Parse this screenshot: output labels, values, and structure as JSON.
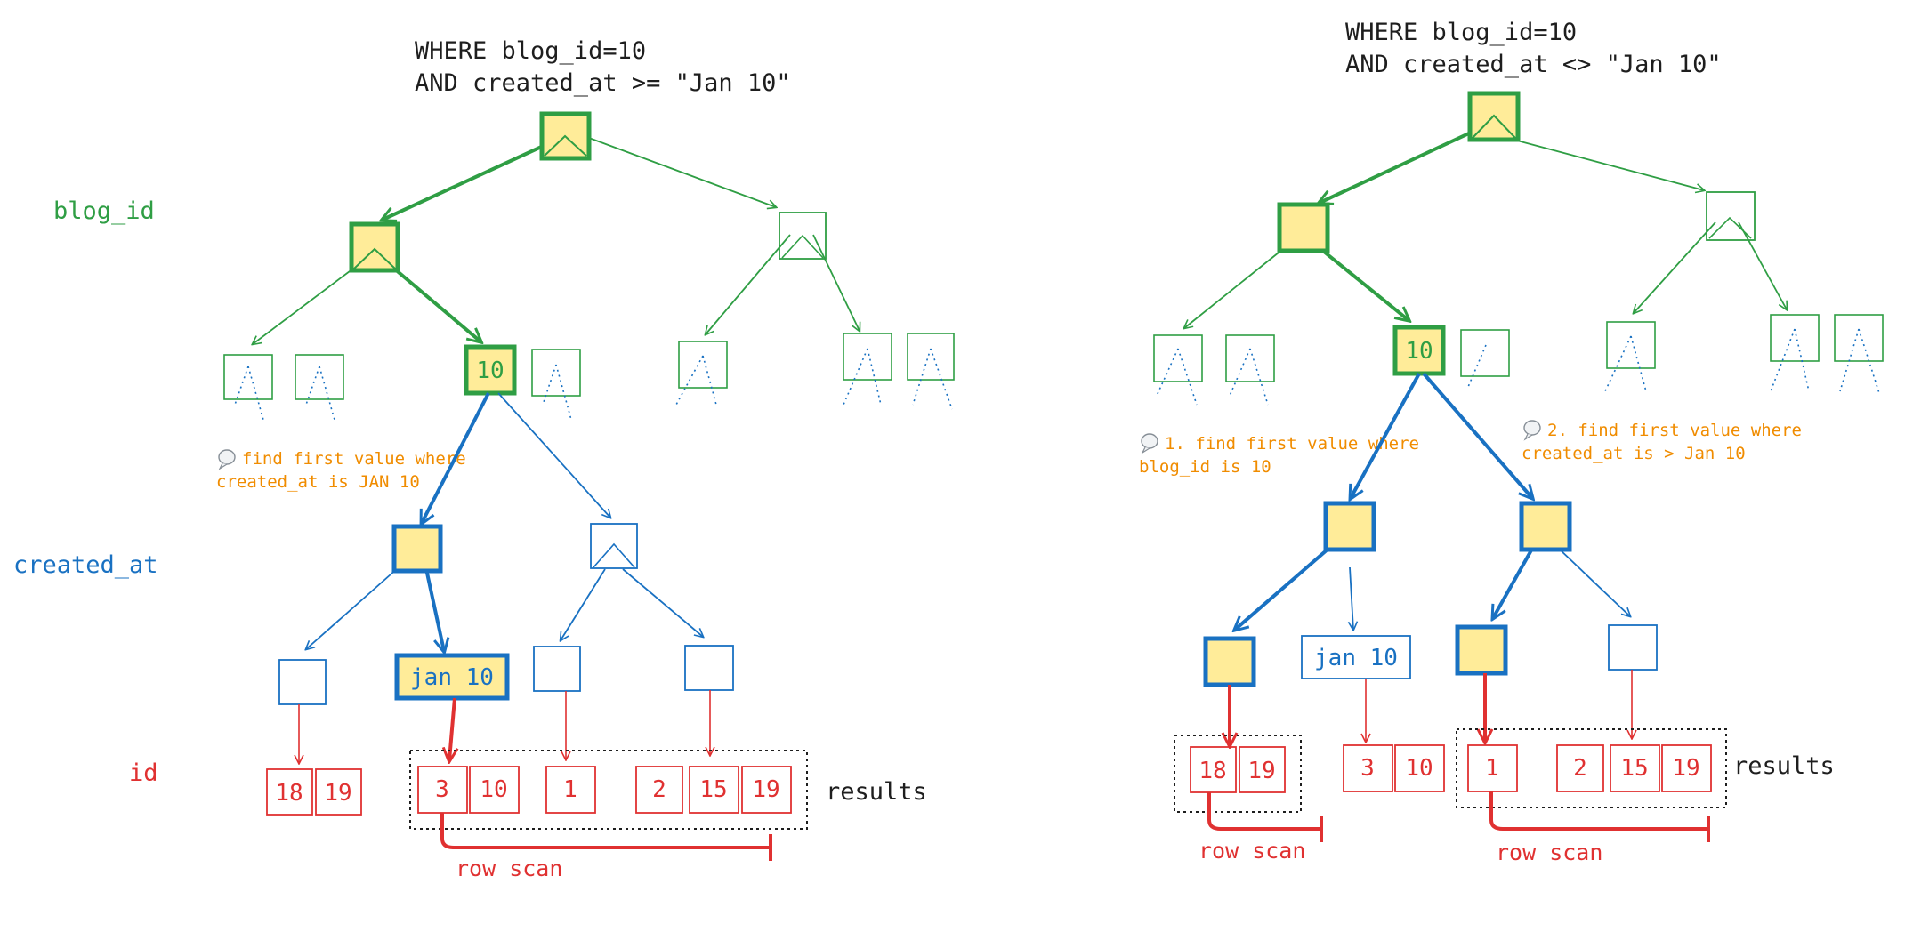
{
  "colors": {
    "green": "#2f9e44",
    "blue": "#1971c2",
    "red": "#e03131",
    "orange": "#f08c00",
    "highlight": "#ffec99",
    "text": "#1e1e1e"
  },
  "level_labels": {
    "blog_id": "blog_id",
    "created_at": "created_at",
    "id": "id"
  },
  "left": {
    "query_line1": "WHERE blog_id=10",
    "query_line2": "AND created_at >= \"Jan 10\"",
    "blog_node": "10",
    "note_line1": "find first value where",
    "note_line2": "created_at is JAN 10",
    "date_node": "jan 10",
    "ids": [
      "18",
      "19",
      "3",
      "10",
      "1",
      "2",
      "15",
      "19"
    ],
    "results_label": "results",
    "row_scan_label": "row scan"
  },
  "right": {
    "query_line1": "WHERE blog_id=10",
    "query_line2": "AND created_at <> \"Jan 10\"",
    "blog_node": "10",
    "note1_line1": "1. find first value where",
    "note1_line2": "blog_id is 10",
    "note2_line1": "2. find first value where",
    "note2_line2": "created_at is > Jan 10",
    "date_node": "jan 10",
    "ids": [
      "18",
      "19",
      "3",
      "10",
      "1",
      "2",
      "15",
      "19"
    ],
    "results_label": "results",
    "row_scan_label": "row scan"
  },
  "icons": [
    "speech-bubble-icon"
  ]
}
